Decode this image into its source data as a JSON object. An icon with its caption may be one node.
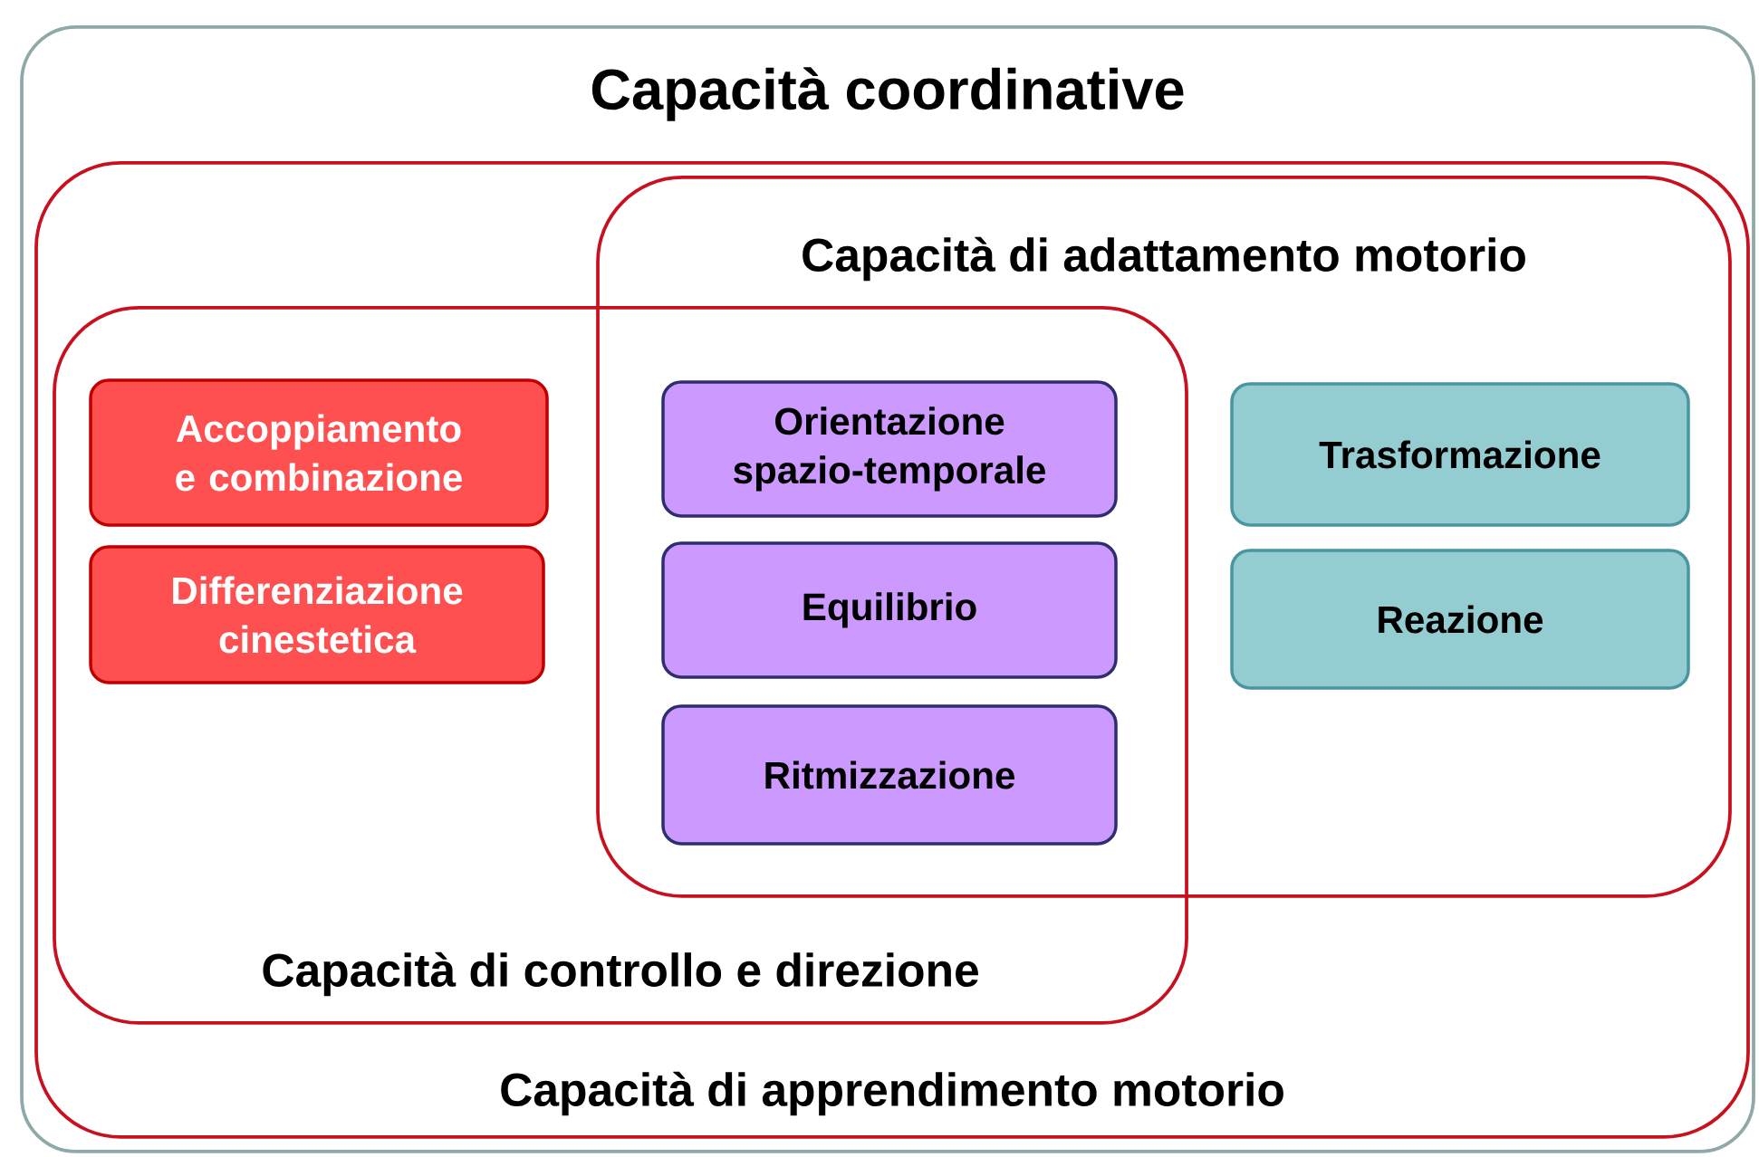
{
  "diagram": {
    "nodes": [
      {
        "text": [
          "Capacità coordinative"
        ]
      },
      {
        "text": [
          "Capacità di apprendimento motorio"
        ],
        "in": 0
      },
      {
        "text": [
          "Capacità di adattamento motorio"
        ],
        "in": 1
      },
      {
        "text": [
          "Capacità di controllo e direzione"
        ],
        "in": 1
      },
      {
        "text": [
          "Accoppiamento e combinazione"
        ],
        "in": 3
      },
      {
        "text": [
          "Differenziazione cinestetica"
        ],
        "in": 3
      },
      {
        "text": [
          "Orientazione spazio-temporale"
        ]
      },
      {
        "text": [
          "Equilibrio"
        ]
      },
      {
        "text": [
          "Ritmizzazione"
        ]
      },
      {
        "text": [
          "Trasformazione"
        ],
        "in": 2
      },
      {
        "text": [
          "Reazione"
        ],
        "in": 2
      }
    ]
  }
}
